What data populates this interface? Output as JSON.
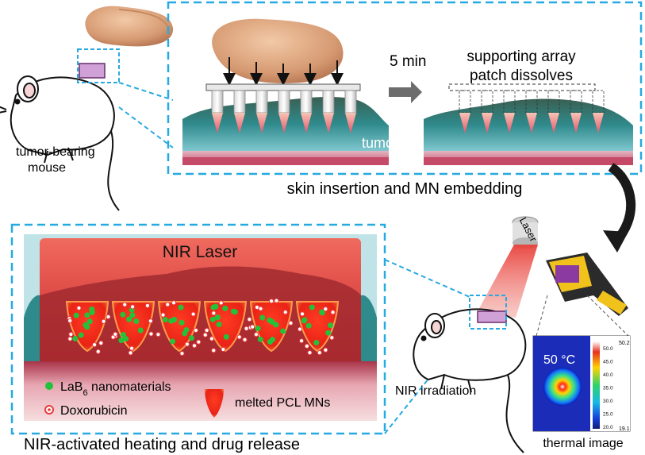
{
  "labels": {
    "mouse": [
      "tumor-bearing",
      "mouse"
    ],
    "time": "5 min",
    "dissolve": [
      "supporting array",
      "patch dissolves"
    ],
    "tumor": "tumor",
    "step1": "skin insertion and MN embedding",
    "laser_panel": "NIR Laser",
    "laser_device": "Laser",
    "irradiation": "NIR irradiation",
    "thermal_image": "thermal image",
    "step2": "NIR-activated heating and drug release"
  },
  "legend": {
    "nano_prefix": "LaB",
    "nano_sub": "6",
    "nano_suffix": " nanomaterials",
    "dox": "Doxorubicin",
    "melted": "melted PCL MNs"
  },
  "thermal": {
    "temperature": "50 °C",
    "scale_top": "50.2",
    "scale_bottom": "19.1",
    "ticks": [
      "50.0",
      "45.0",
      "40.0",
      "35.0",
      "30.0",
      "25.0",
      "20.0"
    ]
  },
  "colors": {
    "panel_border": "#27a9e1",
    "laser_red": "#e8403a",
    "tumor_teal": "#2f8a8c",
    "skin_pink": "#d9607a",
    "nanomaterial": "#22c33a",
    "doxorubicin": "#e73b3b"
  }
}
